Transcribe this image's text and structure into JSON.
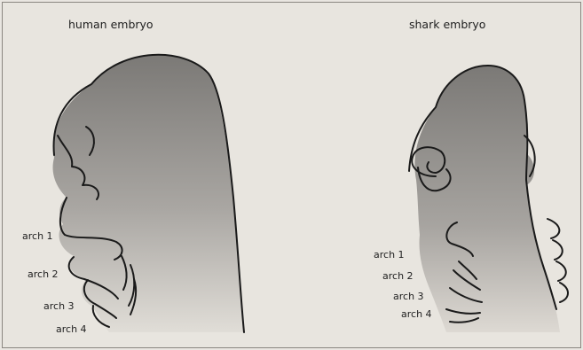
{
  "human": {
    "title": "human embryo",
    "arches": [
      "arch 1",
      "arch 2",
      "arch 3",
      "arch 4"
    ]
  },
  "shark": {
    "title": "shark embryo",
    "arches": [
      "arch 1",
      "arch 2",
      "arch 3",
      "arch 4"
    ]
  },
  "colors": {
    "background": "#e8e5df",
    "body_fill_dark": "#7d7b78",
    "body_fill_light": "#d9d6d0",
    "outline": "#1a1a1a"
  }
}
